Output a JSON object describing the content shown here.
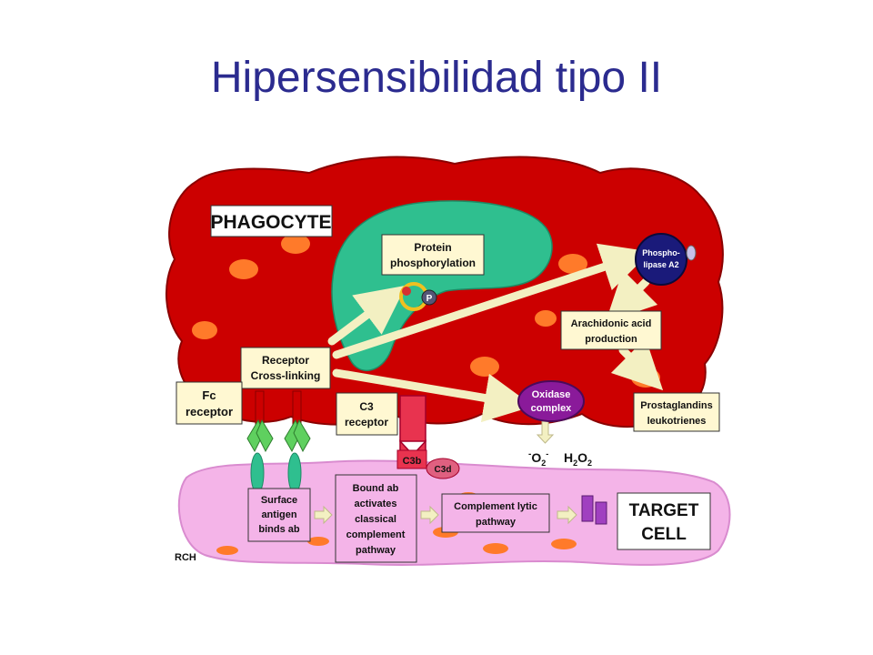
{
  "title": "Hipersensibilidad tipo II",
  "labels": {
    "phagocyte": "PHAGOCYTE",
    "protein_l1": "Protein",
    "protein_l2": "phosphorylation",
    "phospho_l1": "Phospho-",
    "phospho_l2": "lipase A2",
    "p_mark": "P",
    "arachidonic_l1": "Arachidonic acid",
    "arachidonic_l2": "production",
    "receptor_l1": "Receptor",
    "receptor_l2": "Cross-linking",
    "fc_l1": "Fc",
    "fc_l2": "receptor",
    "c3r_l1": "C3",
    "c3r_l2": "receptor",
    "oxidase_l1": "Oxidase",
    "oxidase_l2": "complex",
    "prosta_l1": "Prostaglandins",
    "prosta_l2": "leukotrienes",
    "c3b": "C3b",
    "c3d": "C3d",
    "o2": "O",
    "o2_sub": "2",
    "o2_sup": "-",
    "h2o2_h": "H",
    "h2o2_sub1": "2",
    "h2o2_o": "O",
    "h2o2_sub2": "2",
    "surface_l1": "Surface",
    "surface_l2": "antigen",
    "surface_l3": "binds ab",
    "bound_l1": "Bound ab",
    "bound_l2": "activates",
    "bound_l3": "classical",
    "bound_l4": "complement",
    "bound_l5": "pathway",
    "lytic_l1": "Complement lytic",
    "lytic_l2": "pathway",
    "target_l1": "TARGET",
    "target_l2": "CELL",
    "credit": "RCH"
  },
  "colors": {
    "title": "#2b2b8f",
    "phagocyte": "#cc0000",
    "nucleus": "#2fbf8f",
    "granule": "#ff7a2a",
    "target_cell": "#f4b4e8",
    "label_box": "#fff8d2",
    "arrow": "#f3f0c2"
  }
}
